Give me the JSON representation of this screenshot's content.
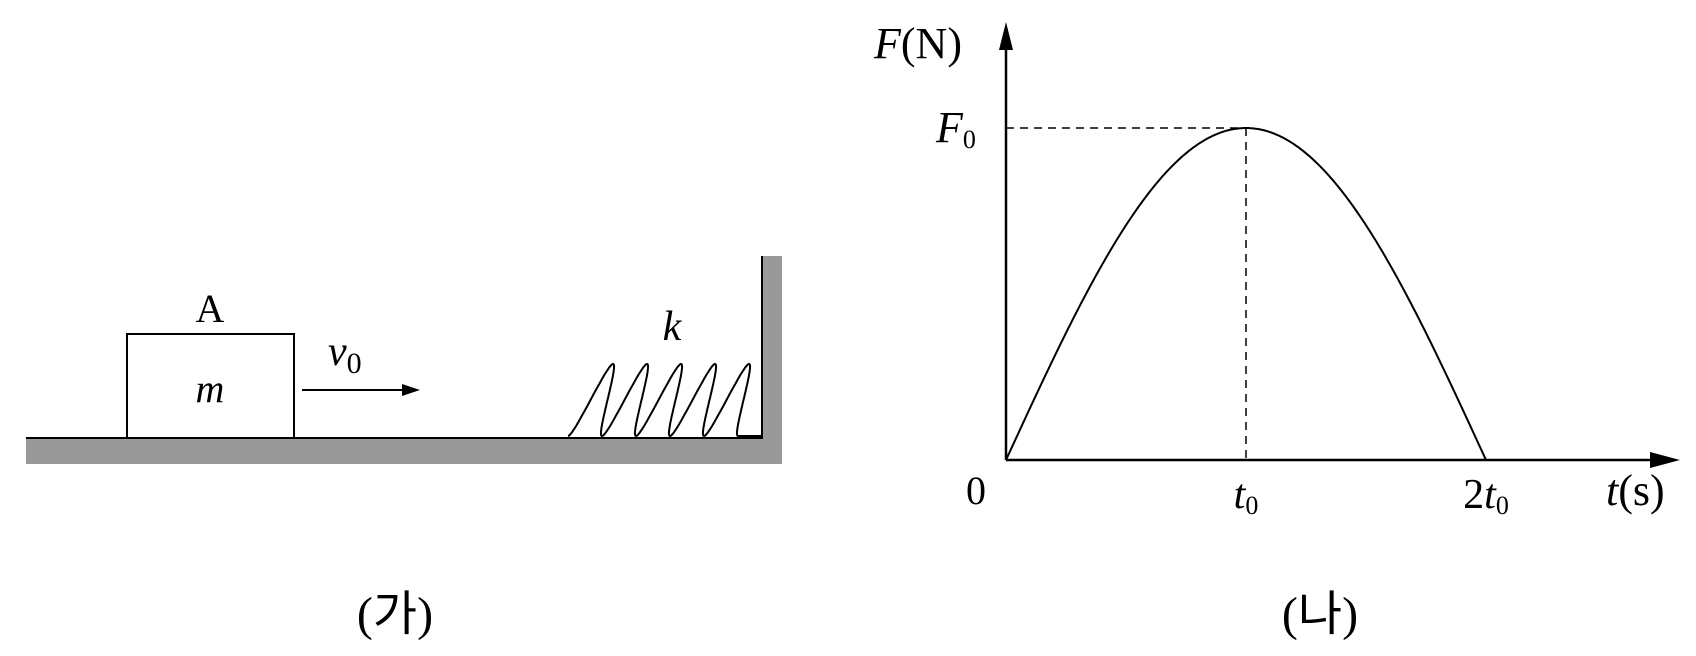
{
  "panel_a": {
    "caption": "(가)",
    "block_label": "A",
    "mass_label": "m",
    "velocity_symbol": "v",
    "velocity_subscript": "0",
    "spring_label": "k"
  },
  "panel_b": {
    "caption": "(나)",
    "chart_data": {
      "type": "line",
      "title": "",
      "ylabel_symbol": "F",
      "ylabel_unit": "(N)",
      "xlabel_symbol": "t",
      "xlabel_unit": "(s)",
      "origin_label": "0",
      "y_tick": {
        "symbol": "F",
        "subscript": "0"
      },
      "x_ticks": [
        {
          "value": 1,
          "prefix": "",
          "symbol": "t",
          "subscript": "0"
        },
        {
          "value": 2,
          "prefix": "2",
          "symbol": "t",
          "subscript": "0"
        }
      ],
      "series": [
        {
          "shape": "half-sine",
          "x": [
            0,
            1,
            2
          ],
          "y": [
            0,
            1,
            0
          ]
        }
      ],
      "peak": {
        "x": 1,
        "y": 1
      },
      "xlim": [
        0,
        2.7
      ],
      "ylim": [
        0,
        1.34
      ]
    }
  },
  "colors": {
    "ink": "#000000",
    "ground": "#999999",
    "background": "#ffffff"
  }
}
